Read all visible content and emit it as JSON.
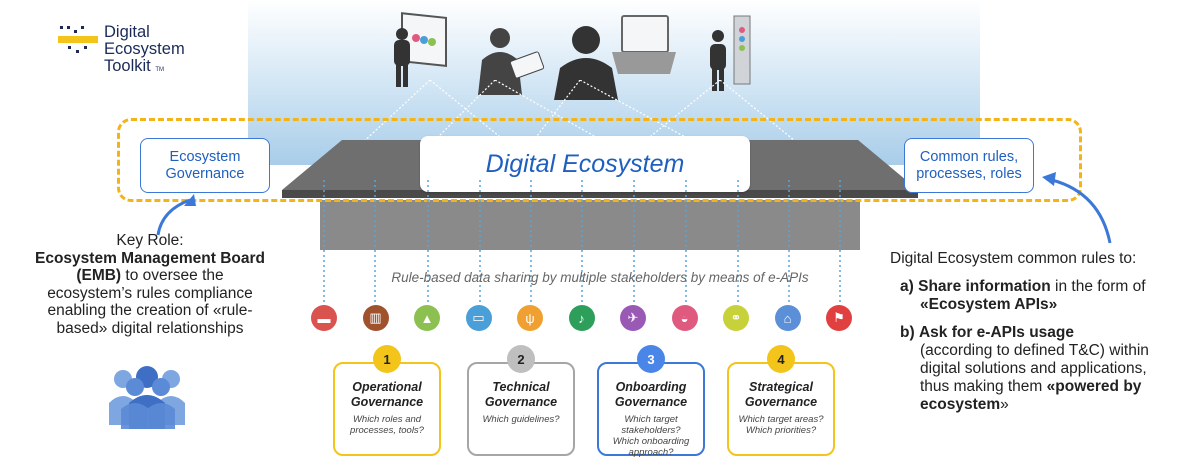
{
  "logo": {
    "line1": "Digital",
    "line2": "Ecosystem",
    "line3": "Toolkit",
    "tm": "TM"
  },
  "center_title": "Digital Ecosystem",
  "left_box": "Ecosystem Governance",
  "right_box": "Common rules, processes, roles",
  "rule_text": "Rule-based data sharing by multiple stakeholders by means of e-APIs",
  "key_role": {
    "l1": "Key Role:",
    "l2_bold": "Ecosystem Management Board",
    "l3_bold": "(EMB)",
    "l3": " to oversee the",
    "l4": "ecosystem’s rules compliance",
    "l5": "enabling the creation of «rule-",
    "l6": "based» digital relationships"
  },
  "right_text": {
    "intro": "Digital Ecosystem common rules to:",
    "a_label": "a)",
    "a_bold": "Share information",
    "a_rest": " in the form of",
    "a_bold2": "«Ecosystem APIs»",
    "b_label": "b)",
    "b_bold": "Ask for e-APIs usage",
    "b_l2": "(according to defined T&C) within",
    "b_l3": "digital solutions and applications,",
    "b_l4": "thus making them ",
    "b_bold2": "«powered by",
    "b_bold3": "ecosystem",
    "b_end": "»"
  },
  "icons": [
    {
      "name": "bus-icon",
      "glyph": "▬",
      "color": "#d9534f"
    },
    {
      "name": "building-icon",
      "glyph": "▥",
      "color": "#a0522d"
    },
    {
      "name": "trees-icon",
      "glyph": "▲",
      "color": "#8cc152"
    },
    {
      "name": "bed-icon",
      "glyph": "▭",
      "color": "#4a9fd8"
    },
    {
      "name": "restaurant-icon",
      "glyph": "ψ",
      "color": "#f0a030"
    },
    {
      "name": "music-icon",
      "glyph": "♪",
      "color": "#2e9e5b"
    },
    {
      "name": "plane-icon",
      "glyph": "✈",
      "color": "#9b59b6"
    },
    {
      "name": "car-icon",
      "glyph": "◒",
      "color": "#e05a80"
    },
    {
      "name": "bike-icon",
      "glyph": "⚭",
      "color": "#c7d13a"
    },
    {
      "name": "home-icon",
      "glyph": "⌂",
      "color": "#5b8fd8"
    },
    {
      "name": "flags-icon",
      "glyph": "⚑",
      "color": "#e04040"
    }
  ],
  "governance": [
    {
      "num": "1",
      "t1": "Operational",
      "t2": "Governance",
      "q1": "Which roles and",
      "q2": "processes, tools?",
      "q3": "",
      "q4": "",
      "border": "#f3c41a",
      "badge": "#f3c41a"
    },
    {
      "num": "2",
      "t1": "Technical",
      "t2": "Governance",
      "q1": "Which guidelines?",
      "q2": "",
      "q3": "",
      "q4": "",
      "border": "#a6a6a6",
      "badge": "#bfbfbf"
    },
    {
      "num": "3",
      "t1": "Onboarding",
      "t2": "Governance",
      "q1": "Which target",
      "q2": "stakeholders?",
      "q3": "Which onboarding",
      "q4": "approach?",
      "border": "#3c78d8",
      "badge": "#4a86e8"
    },
    {
      "num": "4",
      "t1": "Strategical",
      "t2": "Governance",
      "q1": "Which target areas?",
      "q2": "Which priorities?",
      "q3": "",
      "q4": "",
      "border": "#f3c41a",
      "badge": "#f3c41a"
    }
  ]
}
